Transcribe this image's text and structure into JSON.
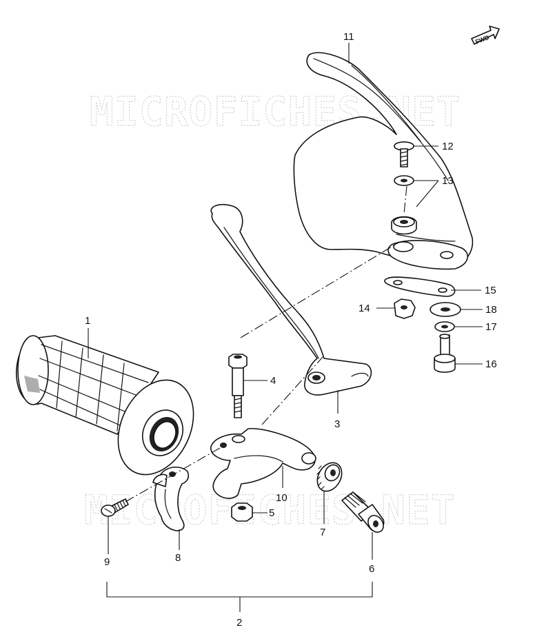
{
  "watermark": {
    "text": "MICROFICHES.NET"
  },
  "direction_badge": {
    "label": "FWD"
  },
  "callouts": {
    "c1": "1",
    "c2": "2",
    "c3": "3",
    "c4": "4",
    "c5": "5",
    "c6": "6",
    "c7": "7",
    "c8": "8",
    "c9": "9",
    "c10": "10",
    "c11": "11",
    "c12": "12",
    "c13": "13",
    "c14": "14",
    "c15": "15",
    "c16": "16",
    "c17": "17",
    "c18": "18"
  }
}
